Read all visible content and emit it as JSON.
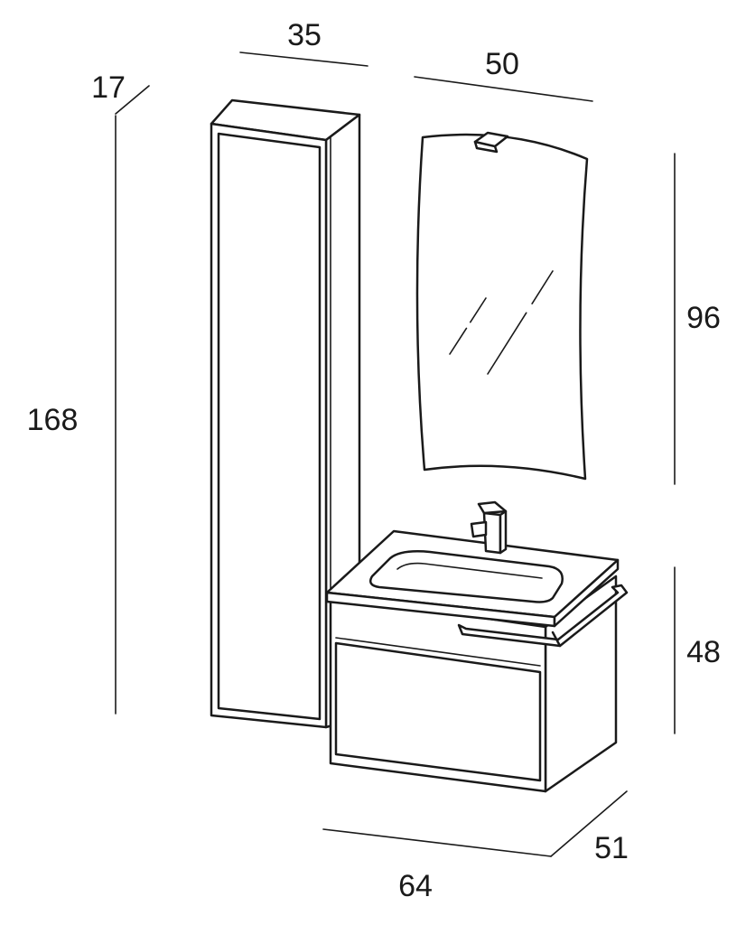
{
  "dimensions": {
    "column_width": "35",
    "column_depth": "17",
    "column_height": "168",
    "mirror_width": "50",
    "mirror_height": "96",
    "vanity_height": "48",
    "vanity_depth": "51",
    "vanity_width": "64"
  },
  "colors": {
    "line": "#1a1a1a",
    "background": "#ffffff"
  }
}
